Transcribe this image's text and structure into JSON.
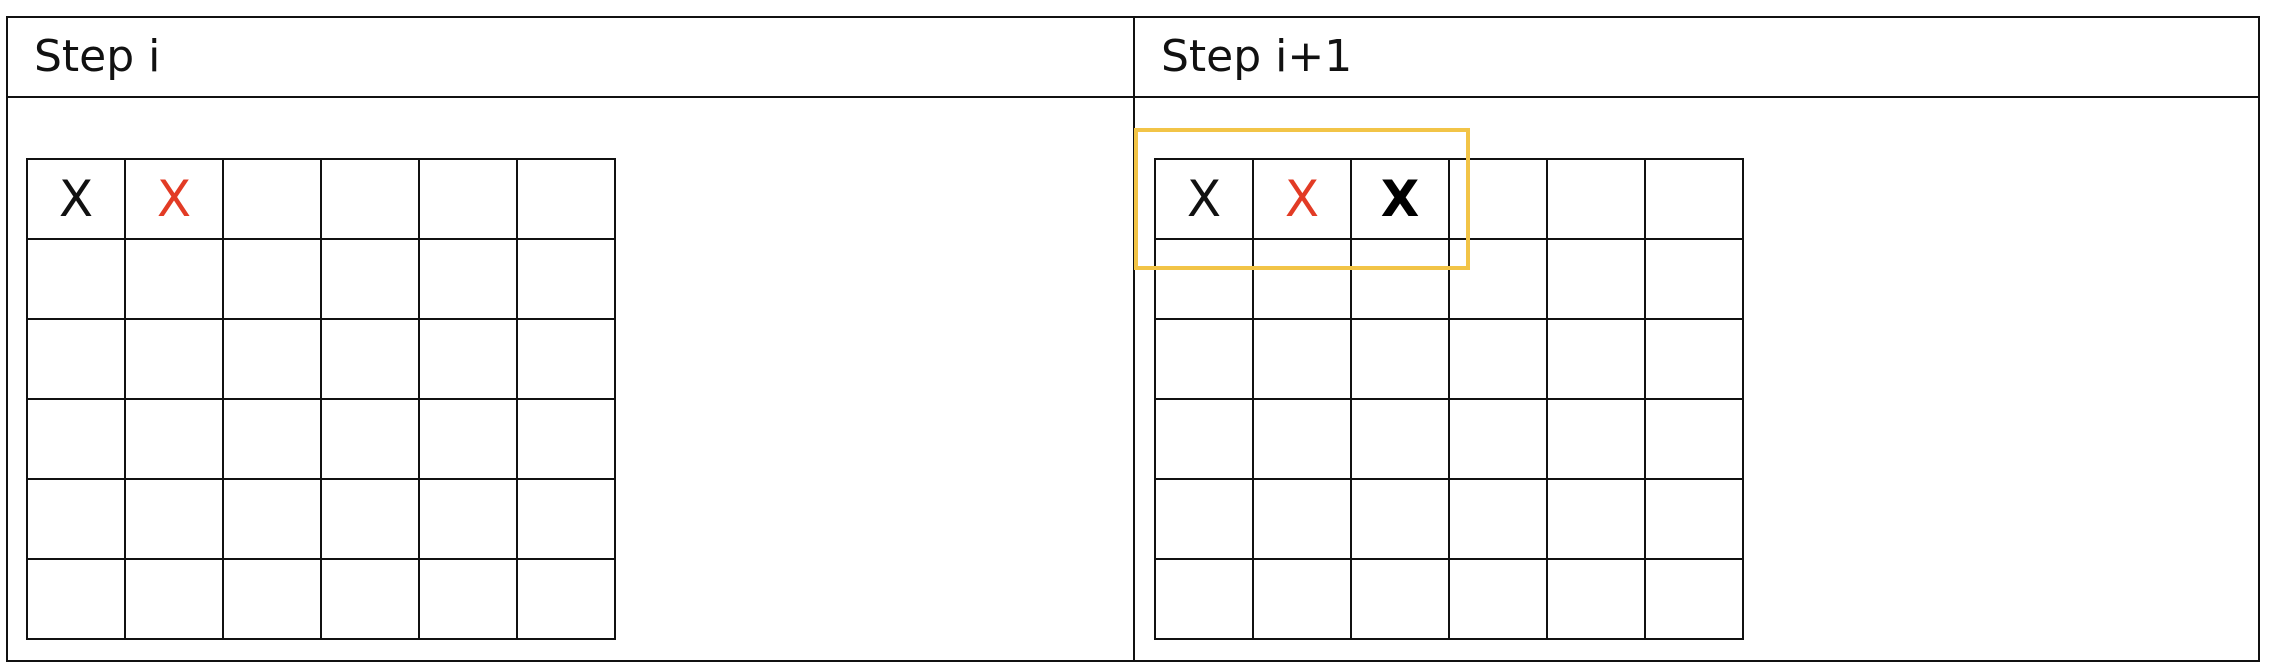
{
  "panels": {
    "left": {
      "title": "Step i"
    },
    "right": {
      "title": "Step i+1"
    }
  },
  "grid": {
    "rows": 6,
    "cols": 6
  },
  "left_marks": [
    {
      "row": 0,
      "col": 0,
      "text": "X",
      "style": "black"
    },
    {
      "row": 0,
      "col": 1,
      "text": "X",
      "style": "red"
    }
  ],
  "right_marks": [
    {
      "row": 0,
      "col": 0,
      "text": "X",
      "style": "black"
    },
    {
      "row": 0,
      "col": 1,
      "text": "X",
      "style": "red"
    },
    {
      "row": 0,
      "col": 2,
      "text": "X",
      "style": "bold"
    }
  ],
  "colors": {
    "grid_line": "#111111",
    "red_mark": "#e23b25",
    "highlight_box": "#f2c447"
  }
}
